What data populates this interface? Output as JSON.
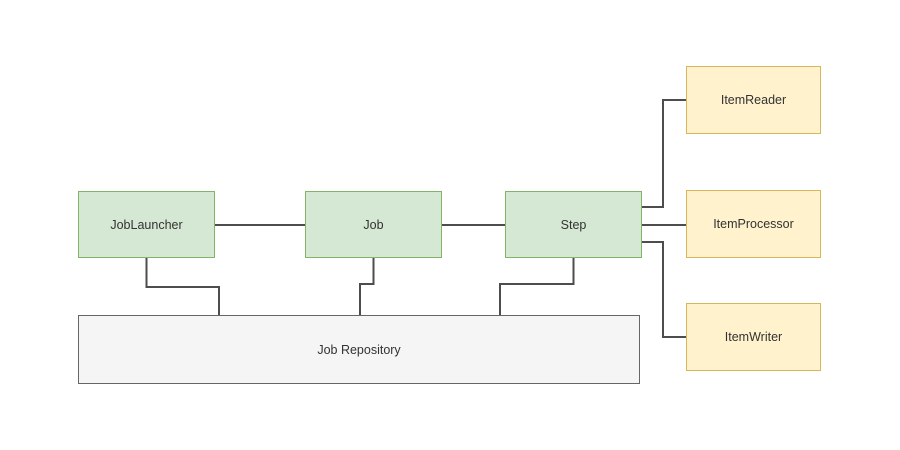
{
  "nodes": {
    "job_launcher": {
      "label": "JobLauncher"
    },
    "job": {
      "label": "Job"
    },
    "step": {
      "label": "Step"
    },
    "item_reader": {
      "label": "ItemReader"
    },
    "item_processor": {
      "label": "ItemProcessor"
    },
    "item_writer": {
      "label": "ItemWriter"
    },
    "job_repository": {
      "label": "Job Repository"
    }
  },
  "edges": [
    {
      "from": "JobLauncher",
      "to": "Job"
    },
    {
      "from": "Job",
      "to": "Step"
    },
    {
      "from": "Step",
      "to": "ItemReader"
    },
    {
      "from": "Step",
      "to": "ItemProcessor"
    },
    {
      "from": "Step",
      "to": "ItemWriter"
    },
    {
      "from": "JobLauncher",
      "to": "Job Repository"
    },
    {
      "from": "Job",
      "to": "Job Repository"
    },
    {
      "from": "Step",
      "to": "Job Repository"
    }
  ],
  "colors": {
    "background": "#ffffff",
    "green_fill": "#d5e8d4",
    "green_border": "#82b366",
    "yellow_fill": "#fff2cc",
    "yellow_border": "#d6b656",
    "gray_fill": "#f5f5f5",
    "gray_border": "#666666",
    "connector": "#4d4d4d",
    "text": "#333333"
  }
}
